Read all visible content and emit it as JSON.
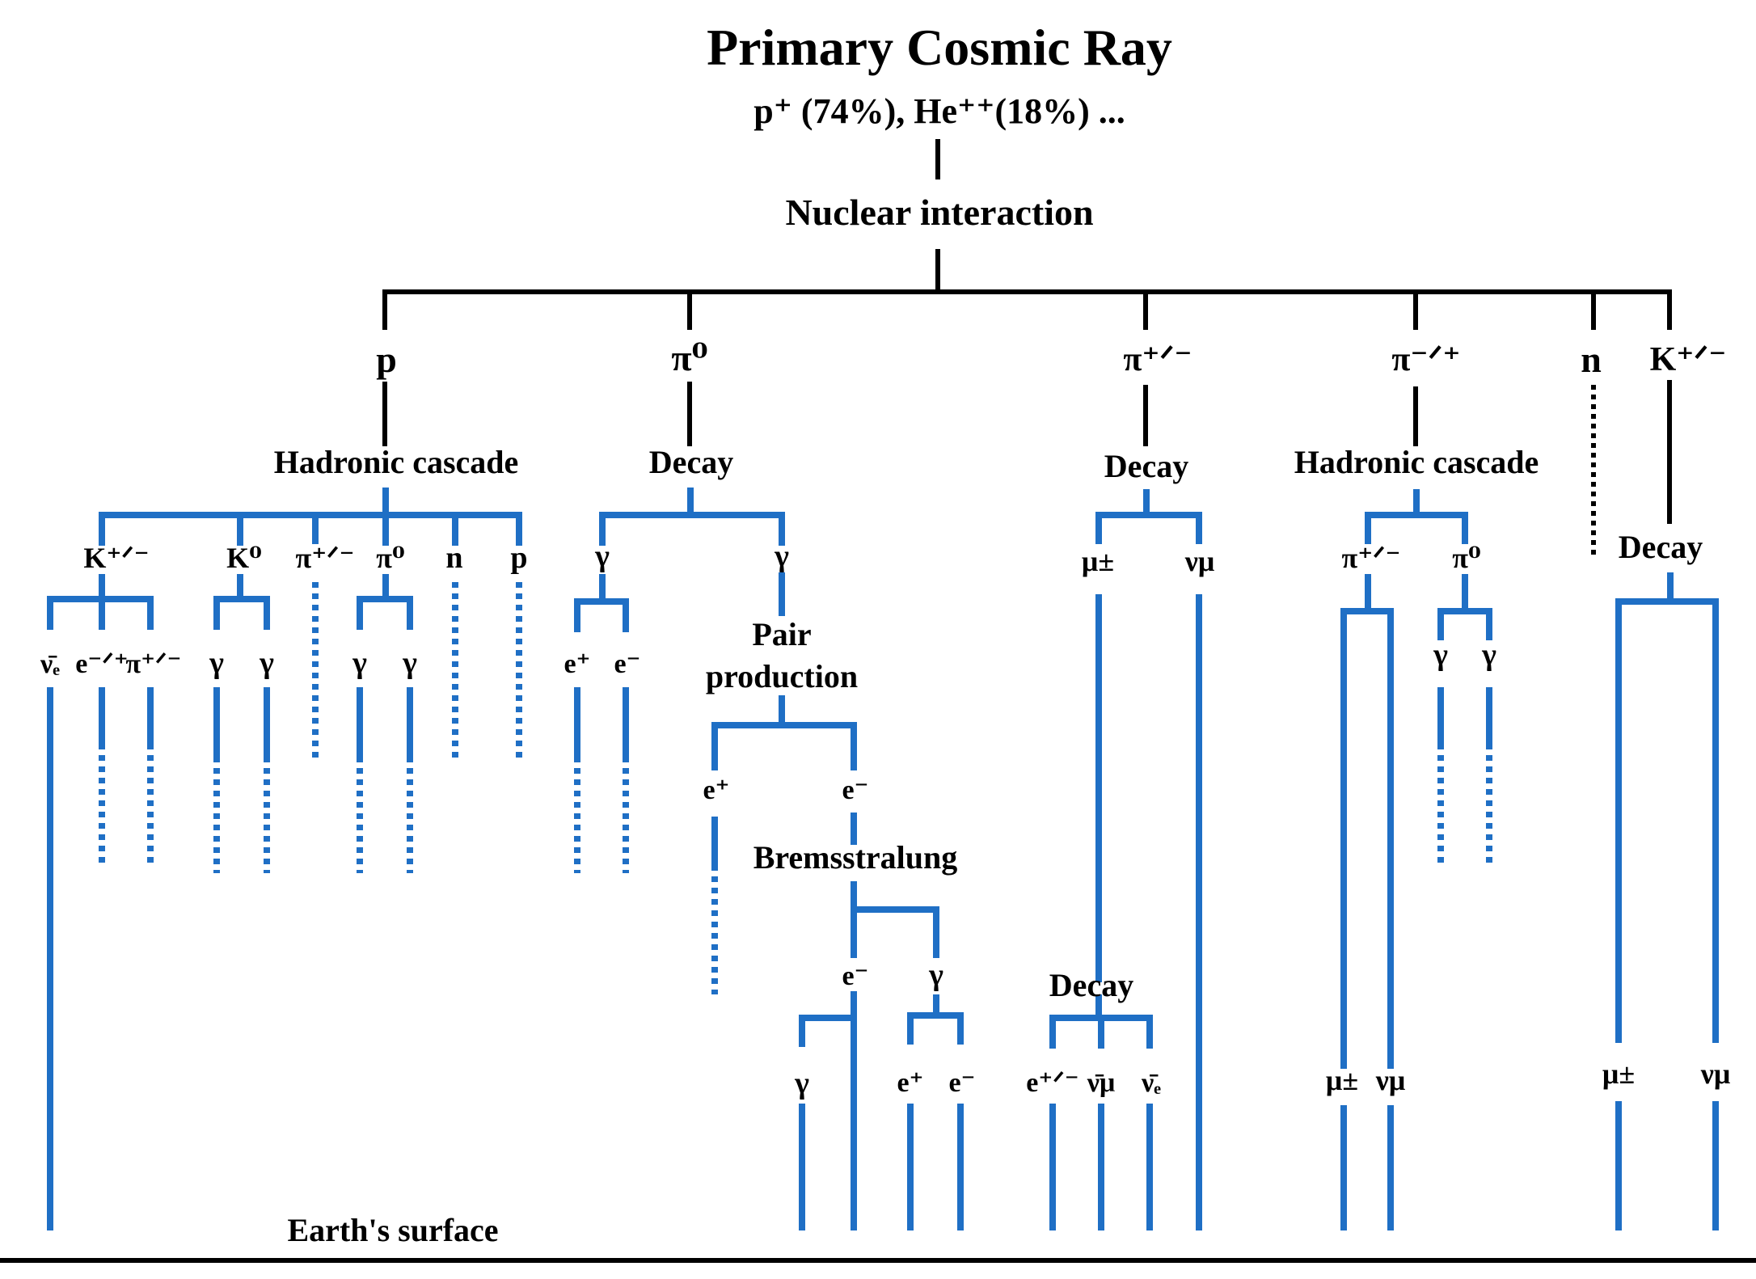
{
  "title": "Primary Cosmic Ray",
  "composition": "p⁺ (74%), He⁺⁺(18%) ...",
  "process_nuclear": "Nuclear interaction",
  "particles": {
    "p": "p",
    "pi0": "π⁰",
    "pi_pm": "π⁺ᐟ⁻",
    "pi_mp": "π⁻ᐟ⁺",
    "n": "n",
    "k_pm": "K⁺ᐟ⁻",
    "k0": "K⁰",
    "gamma": "γ",
    "e_plus": "e⁺",
    "e_minus": "e⁻",
    "e_mp": "e⁻ᐟ⁺",
    "e_pm": "e⁺ᐟ⁻",
    "nubar_e": "ν̄ₑ",
    "nubar_mu": "ν̄μ",
    "nu_mu": "νμ",
    "mu_pm": "μ±"
  },
  "processes": {
    "hadronic_cascade": "Hadronic cascade",
    "decay": "Decay",
    "pair_production_1": "Pair",
    "pair_production_2": "production",
    "bremsstrahlung": "Bremsstralung"
  },
  "ground_label": "Earth's surface",
  "colors": {
    "upper_tree": "#000000",
    "shower_tree": "#1f6fc5"
  }
}
